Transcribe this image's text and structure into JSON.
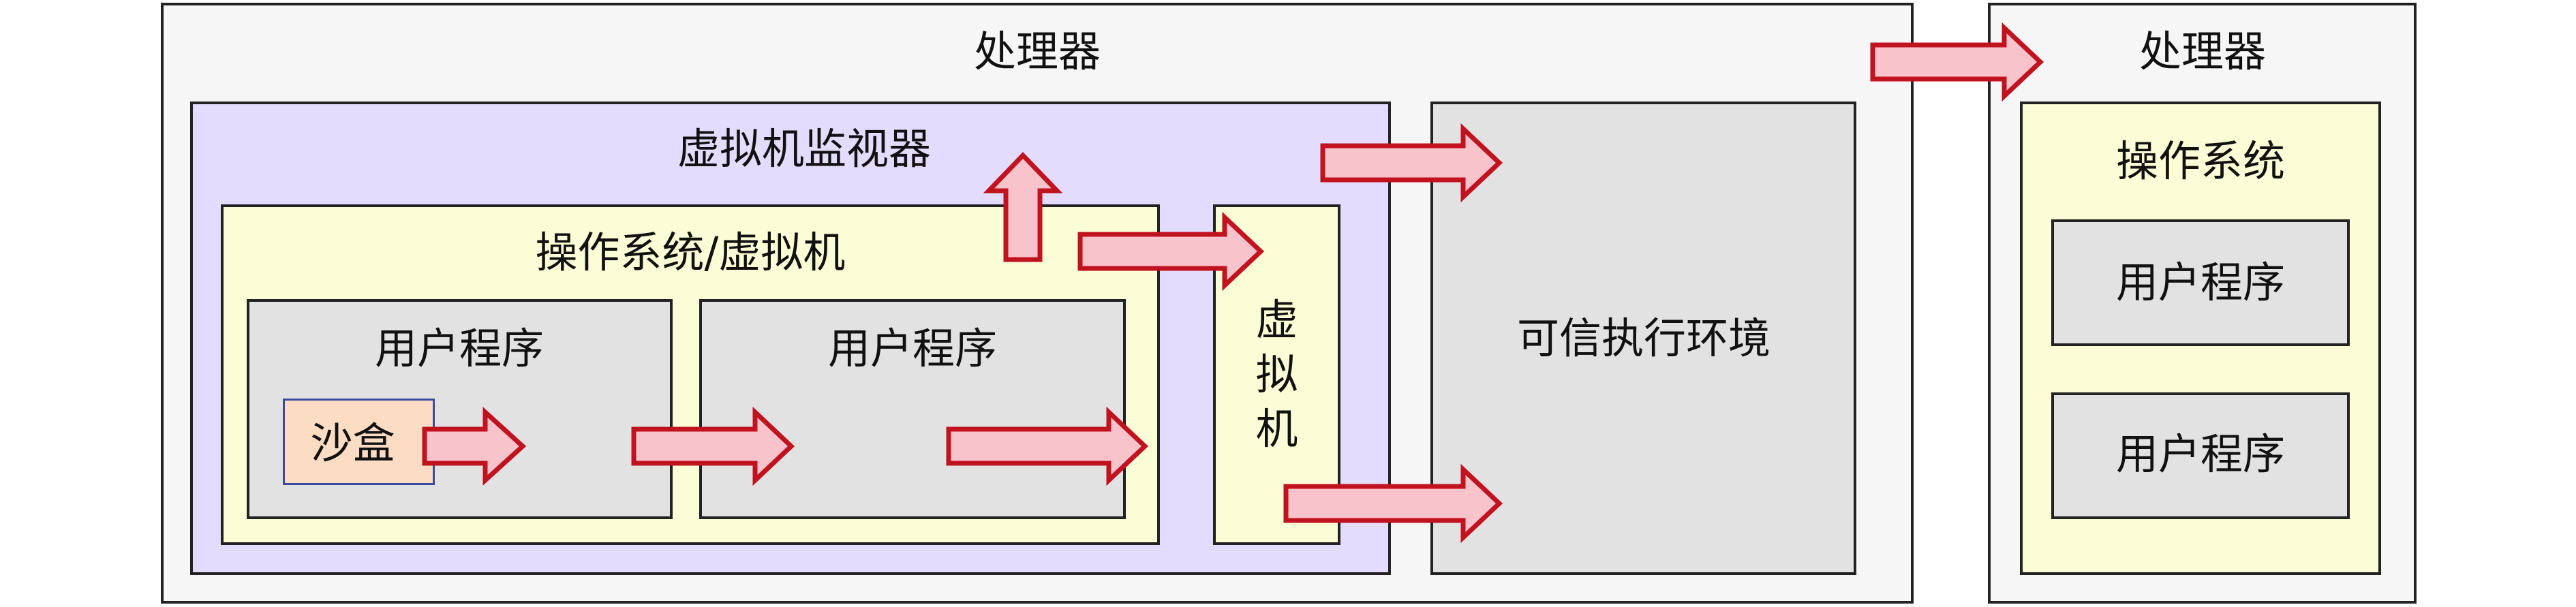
{
  "processor_left": {
    "label": "处理器"
  },
  "hypervisor": {
    "label": "虚拟机监视器"
  },
  "guest": {
    "label": "操作系统/虚拟机"
  },
  "user_app_1": {
    "label": "用户程序"
  },
  "sandbox": {
    "label": "沙盒"
  },
  "user_app_2": {
    "label": "用户程序"
  },
  "vm": {
    "label_lines": [
      "虚",
      "拟",
      "机"
    ]
  },
  "tee": {
    "label": "可信执行环境"
  },
  "processor_right": {
    "label": "处理器"
  },
  "os_right": {
    "label": "操作系统"
  },
  "user_app_3": {
    "label": "用户程序"
  },
  "user_app_4": {
    "label": "用户程序"
  },
  "colors": {
    "arrow_fill": "#f9c3cc",
    "arrow_stroke": "#c0121f",
    "processor_bg": "#f6f6f6",
    "hypervisor_bg": "#e4dcfd",
    "os_bg": "#fbfdd6",
    "app_bg": "#e2e2e2",
    "sandbox_bg": "#fcdcc2"
  }
}
